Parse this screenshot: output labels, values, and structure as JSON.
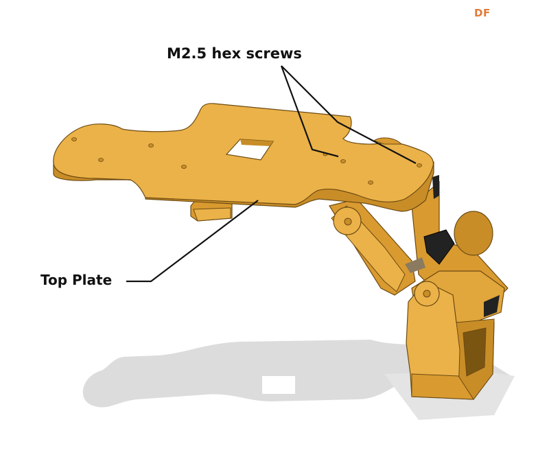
{
  "brand": {
    "mark": "DF",
    "color": "#e07b39"
  },
  "callouts": {
    "screws_label": "M2.5 hex screws",
    "plate_label": "Top Plate"
  },
  "colors": {
    "plate_top": "#ebb249",
    "plate_side": "#c98d28",
    "plate_dark": "#a8741e",
    "edge": "#6b4a12",
    "shadow": "#dcdcdc",
    "black_part": "#222222"
  }
}
